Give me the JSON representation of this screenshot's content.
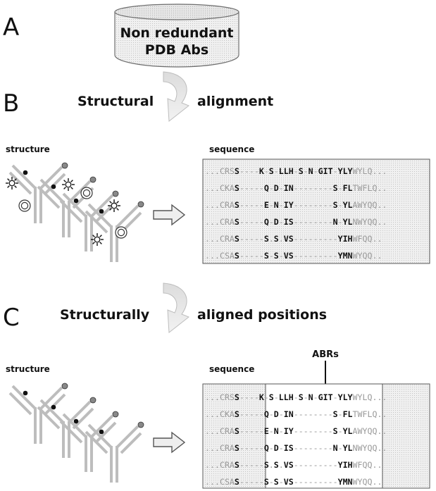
{
  "panels": {
    "A": {
      "letter": "A",
      "database_line1": "Non redundant",
      "database_line2": "PDB Abs"
    },
    "B": {
      "letter": "B",
      "step_left": "Structural",
      "step_right": "alignment",
      "structure_label": "structure",
      "sequence_label": "sequence",
      "sequences": [
        "...CRSS----K-S-LLH-S-N-GIT-YLYWYLQ...",
        "...CKAS-----Q-D-IN--------S-FLTWFLQ..",
        "...CRAS-----E-N-IY--------S-YLAWYQQ..",
        "...CRAS-----Q-D-IS--------N-YLNWYQQ..",
        "...CRAS-----S.S.VS---------YIHWFQQ..",
        "...CSAS-----S-S-VS---------YMNWYQQ.."
      ]
    },
    "C": {
      "letter": "C",
      "step_left": "Structurally",
      "step_right": "aligned positions",
      "structure_label": "structure",
      "sequence_label": "sequence",
      "annotation": "ABRs",
      "sequences": [
        "...CRSS----K-S-LLH-S-N-GIT-YLYWYLQ...",
        "...CKAS-----Q-D-IN--------S-FLTWFLQ..",
        "...CRAS-----E-N-IY--------S-YLAWYQQ..",
        "...CRAS-----Q-D-IS--------N-YLNWYQQ..",
        "...CRAS-----S.S.VS---------YIHWFQQ..",
        "...CSAS-----S-S-VS---------YMNWYQQ.."
      ]
    }
  },
  "colors": {
    "text": "#111111",
    "residue_dim": "#999999",
    "residue_bold": "#111111",
    "antibody_gray": "#bdbdbd",
    "box_fill": "#eeeeee",
    "arrow_fill": "#e6e6e6"
  }
}
